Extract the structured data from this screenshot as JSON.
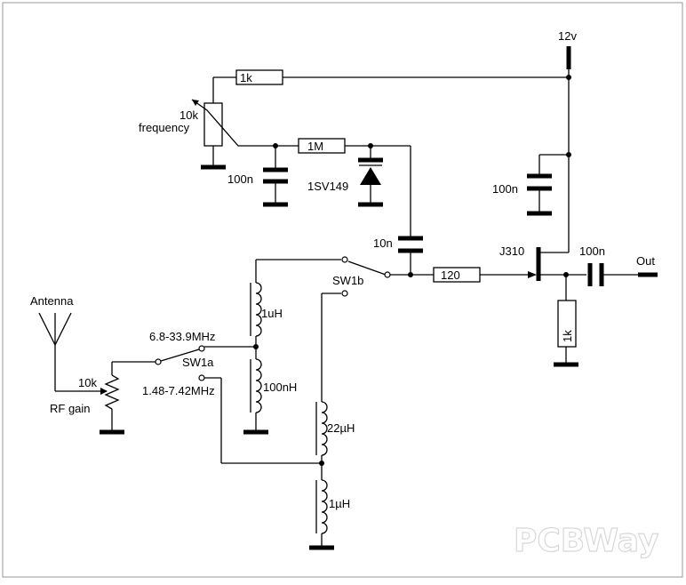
{
  "labels": {
    "supply": "12v",
    "r_top": "1k",
    "pot_value": "10k",
    "pot_name": "frequency",
    "r_bias": "1M",
    "c_left": "100n",
    "varactor": "1SV149",
    "c_right": "100n",
    "c_coupling": "10n",
    "sw1b": "SW1b",
    "r_gate": "120",
    "fet": "J310",
    "c_out": "100n",
    "out": "Out",
    "r_source": "1k",
    "antenna": "Antenna",
    "band_high": "6.8-33.9MHz",
    "sw1a": "SW1a",
    "band_low": "1.48-7.42MHz",
    "rf_pot_value": "10k",
    "rf_pot_name": "RF gain",
    "l1": "1uH",
    "l2": "100nH",
    "l3": "22µH",
    "l4": "1µH"
  },
  "watermark": "PCBWay"
}
